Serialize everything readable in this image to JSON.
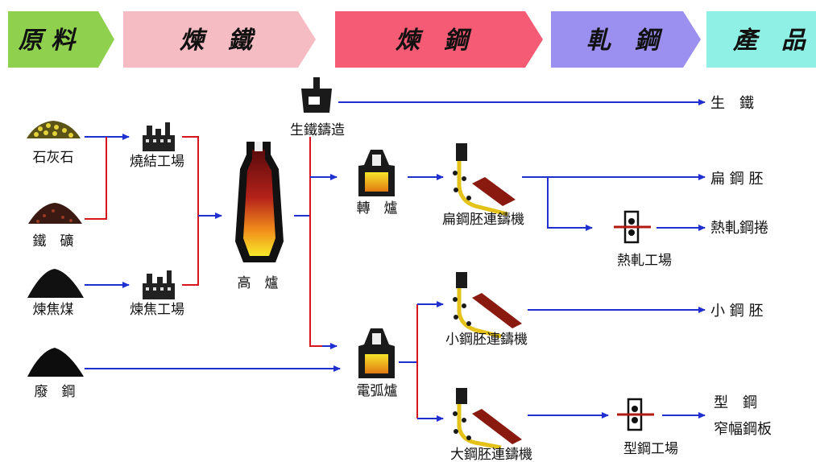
{
  "stages": [
    {
      "label": "原 料",
      "color": "#8fd14f"
    },
    {
      "label": "煉　鐵",
      "color": "#f6bcc3"
    },
    {
      "label": "煉　鋼",
      "color": "#f65b75"
    },
    {
      "label": "軋　鋼",
      "color": "#9b8ff0"
    },
    {
      "label": "產　品",
      "color": "#8ff0e5"
    }
  ],
  "raw_materials": {
    "limestone": "石灰石",
    "iron_ore": "鐵　礦",
    "coking_coal": "煉焦煤",
    "scrap": "廢　鋼"
  },
  "facilities": {
    "sinter_plant": "燒結工場",
    "coke_plant": "煉焦工場",
    "blast_furnace": "高　爐",
    "pig_iron_casting": "生鐵鑄造",
    "converter": "轉　爐",
    "eaf": "電弧爐",
    "slab_caster": "扁鋼胚連鑄機",
    "billet_caster": "小鋼胚連鑄機",
    "bloom_caster": "大鋼胚連鑄機",
    "hot_strip_mill": "熱軋工場",
    "section_mill": "型鋼工場"
  },
  "products": {
    "pig_iron": "生　鐵",
    "slab": "扁 鋼 胚",
    "hot_coil": "熱軋鋼捲",
    "billet": "小 鋼 胚",
    "sections": "型　鋼",
    "narrow_plate": "窄幅鋼板"
  },
  "colors": {
    "flow_blue": "#1f2fd0",
    "flow_red": "#d8141d",
    "molten": "#f2d21a",
    "furnace_dark": "#7a0e10"
  }
}
